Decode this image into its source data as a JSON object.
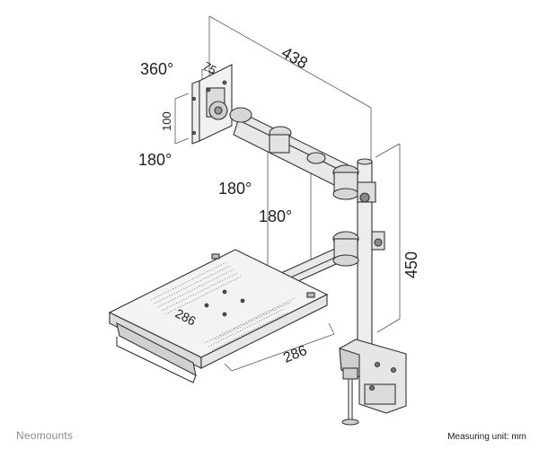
{
  "dimensions": {
    "width_438": "438",
    "vesa_75": "75",
    "vesa_100": "100",
    "height_450": "450",
    "tray_depth_286": "286",
    "tray_width_286": "286"
  },
  "rotations": {
    "rotate_360": "360°",
    "tilt_180": "180°",
    "swivel_arm_180": "180°",
    "swivel_lower_180": "180°"
  },
  "footer": {
    "brand": "Neomounts",
    "measuring_unit": "Measuring unit: mm"
  },
  "colors": {
    "line": "#333333",
    "metal": "#d9d9d9",
    "brand_text": "#8a8a8a"
  }
}
